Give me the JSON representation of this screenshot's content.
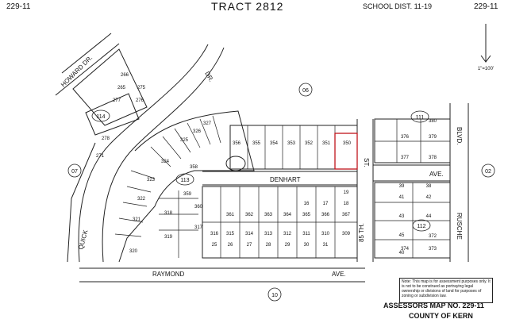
{
  "header": {
    "left_code": "229-11",
    "title": "TRACT 2812",
    "school_district": "SCHOOL DIST. 11-19",
    "right_code": "229-11"
  },
  "streets": {
    "howard": "HOWARD DR.",
    "dr": "DR.",
    "denhart": "DENHART",
    "st": "ST.",
    "ave_upper": "AVE.",
    "blvd": "BLVD.",
    "rusche": "RUSCHE",
    "quick": "QUICK",
    "raymond": "RAYMOND",
    "ave_lower": "AVE.",
    "eightyfive_th": "85 TH."
  },
  "circled_numbers": {
    "block_06": "06",
    "block_07": "07",
    "block_02": "02",
    "block_10": "10",
    "block_114": "114",
    "block_113": "113",
    "block_111": "111",
    "block_112": "112"
  },
  "lots": {
    "row_top_north": [
      "356",
      "355",
      "354",
      "353",
      "352",
      "351",
      "350"
    ],
    "row_mid_a": [
      "361",
      "362",
      "363",
      "364",
      "365",
      "366",
      "367"
    ],
    "row_mid_b": [
      "16",
      "17",
      "18",
      "19"
    ],
    "row_bottom": [
      "316",
      "315",
      "314",
      "313",
      "312",
      "311",
      "310",
      "309"
    ],
    "row_bottom_b": [
      "25",
      "26",
      "27",
      "28",
      "29",
      "30",
      "31"
    ],
    "curve_west": [
      "327",
      "326",
      "325",
      "324",
      "323",
      "322",
      "321",
      "320"
    ],
    "curve_inner": [
      "358",
      "359",
      "360",
      "317",
      "318",
      "319"
    ],
    "howard_block": [
      "266",
      "265",
      "275",
      "276",
      "277",
      "278",
      "271"
    ],
    "east_block": [
      "376",
      "377",
      "378",
      "379",
      "380",
      "374",
      "373",
      "372"
    ],
    "east_block_b": [
      "41",
      "42",
      "43",
      "44",
      "45",
      "38",
      "39",
      "40"
    ]
  },
  "note": "Note: This map is for assessment purposes only. It is not to be construed as portraying legal ownership or divisions of land for purposes of zoning or subdivision law.",
  "footer": {
    "assessor": "ASSESSORS MAP NO. 229-11",
    "county": "COUNTY OF KERN"
  },
  "scale_label": "1\"=100'"
}
